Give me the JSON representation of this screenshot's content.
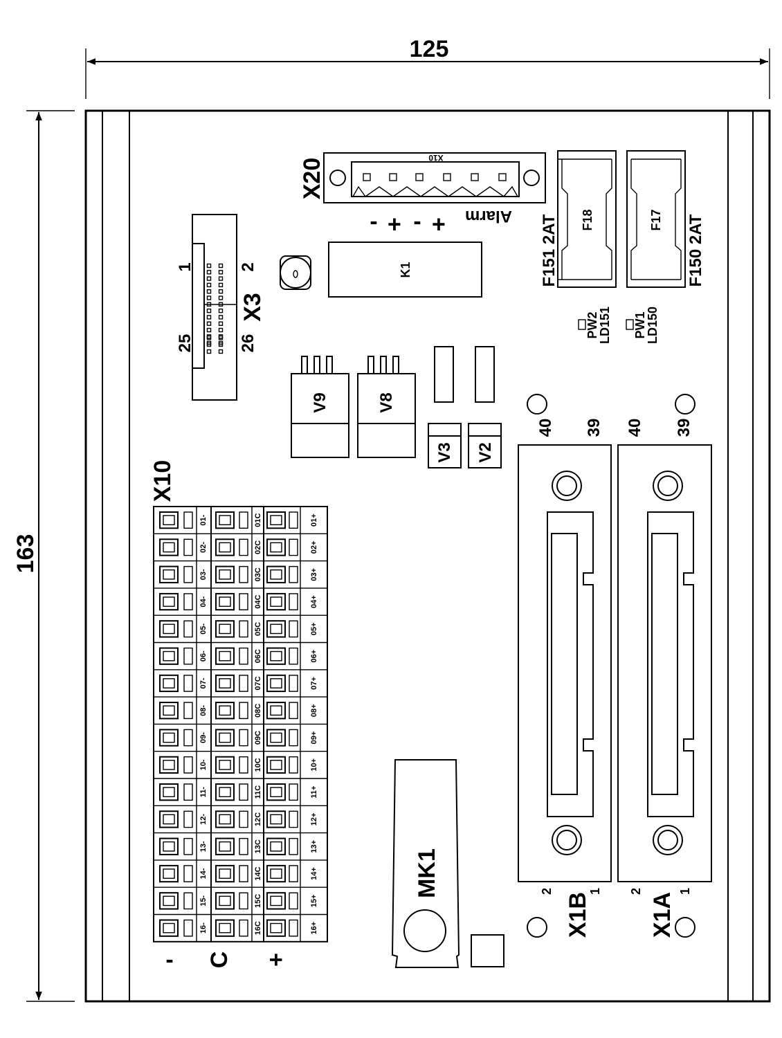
{
  "dimensions": {
    "width": "125",
    "height": "163"
  },
  "connector_x20": {
    "label": "X20",
    "inner_label": "X10",
    "pins": [
      "-",
      "+",
      "-",
      "+",
      "Alarm"
    ]
  },
  "relay_k1": {
    "label": "K1"
  },
  "fuses": [
    {
      "id": "F18",
      "rating": "F151 2AT",
      "led": "PW2",
      "led_ref": "LD151"
    },
    {
      "id": "F17",
      "rating": "F150 2AT",
      "led": "PW1",
      "led_ref": "LD150"
    }
  ],
  "header_x3": {
    "label": "X3",
    "pin_1": "1",
    "pin_2": "2",
    "pin_25": "25",
    "pin_26": "26"
  },
  "regulators": [
    "V9",
    "V8"
  ],
  "diodes": [
    "V3",
    "V2"
  ],
  "terminal_block": {
    "label": "X10",
    "rows": [
      {
        "minus": "01-",
        "common": "01C",
        "plus": "01+"
      },
      {
        "minus": "02-",
        "common": "02C",
        "plus": "02+"
      },
      {
        "minus": "03-",
        "common": "03C",
        "plus": "03+"
      },
      {
        "minus": "04-",
        "common": "04C",
        "plus": "04+"
      },
      {
        "minus": "05-",
        "common": "05C",
        "plus": "05+"
      },
      {
        "minus": "06-",
        "common": "06C",
        "plus": "06+"
      },
      {
        "minus": "07-",
        "common": "07C",
        "plus": "07+"
      },
      {
        "minus": "08-",
        "common": "08C",
        "plus": "08+"
      },
      {
        "minus": "09-",
        "common": "09C",
        "plus": "09+"
      },
      {
        "minus": "10-",
        "common": "10C",
        "plus": "10+"
      },
      {
        "minus": "11-",
        "common": "11C",
        "plus": "11+"
      },
      {
        "minus": "12-",
        "common": "12C",
        "plus": "12+"
      },
      {
        "minus": "13-",
        "common": "13C",
        "plus": "13+"
      },
      {
        "minus": "14-",
        "common": "14C",
        "plus": "14+"
      },
      {
        "minus": "15-",
        "common": "15C",
        "plus": "15+"
      },
      {
        "minus": "16-",
        "common": "16C",
        "plus": "16+"
      }
    ],
    "column_labels": [
      "-",
      "C",
      "+"
    ]
  },
  "battery": {
    "label": "MK1"
  },
  "connectors": [
    {
      "label": "X1B",
      "pin_40": "40",
      "pin_39": "39",
      "pin_2": "2",
      "pin_1": "1"
    },
    {
      "label": "X1A",
      "pin_40": "40",
      "pin_39": "39",
      "pin_2": "2",
      "pin_1": "1"
    }
  ]
}
